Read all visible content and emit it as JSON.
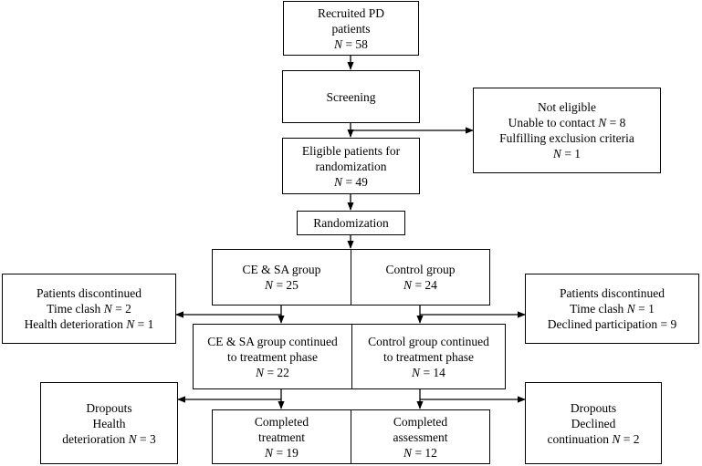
{
  "recruited": {
    "line1": "Recruited PD",
    "line2": "patients",
    "n_label": "N",
    "n_rest": " = 58"
  },
  "screening": {
    "label": "Screening"
  },
  "not_eligible": {
    "title": "Not eligible",
    "line2_prefix": "Unable to contact ",
    "line2_n": "N",
    "line2_rest": " = 8",
    "line3": "Fulfilling exclusion criteria",
    "line4_n": "N",
    "line4_rest": " = 1"
  },
  "eligible": {
    "line1": "Eligible patients for",
    "line2": "randomization",
    "n_label": "N",
    "n_rest": " = 49"
  },
  "randomization": {
    "label": "Randomization"
  },
  "ce_sa_group": {
    "label": "CE & SA group",
    "n_label": "N",
    "n_rest": " = 25"
  },
  "control_group": {
    "label": "Control group",
    "n_label": "N",
    "n_rest": " = 24"
  },
  "left_discontinued": {
    "title": "Patients discontinued",
    "line2_prefix": "Time clash ",
    "line2_n": "N",
    "line2_rest": " = 2",
    "line3_prefix": "Health deterioration ",
    "line3_n": "N",
    "line3_rest": " = 1"
  },
  "right_discontinued": {
    "title": "Patients discontinued",
    "line2_prefix": "Time clash ",
    "line2_n": "N",
    "line2_rest": " = 1",
    "line3": "Declined participation = 9"
  },
  "ce_sa_continued": {
    "line1": "CE & SA group continued",
    "line2": "to treatment phase",
    "n_label": "N",
    "n_rest": " = 22"
  },
  "control_continued": {
    "line1": "Control group continued",
    "line2": "to treatment phase",
    "n_label": "N",
    "n_rest": " = 14"
  },
  "left_dropouts": {
    "title": "Dropouts",
    "line2": "Health",
    "line3_prefix": "deterioration ",
    "line3_n": "N",
    "line3_rest": " = 3"
  },
  "right_dropouts": {
    "title": "Dropouts",
    "line2": "Declined",
    "line3_prefix": "continuation ",
    "line3_n": "N",
    "line3_rest": " = 2"
  },
  "ce_sa_completed": {
    "line1": "Completed",
    "line2": "treatment",
    "n_label": "N",
    "n_rest": " = 19"
  },
  "control_completed": {
    "line1": "Completed",
    "line2": "assessment",
    "n_label": "N",
    "n_rest": " = 12"
  }
}
